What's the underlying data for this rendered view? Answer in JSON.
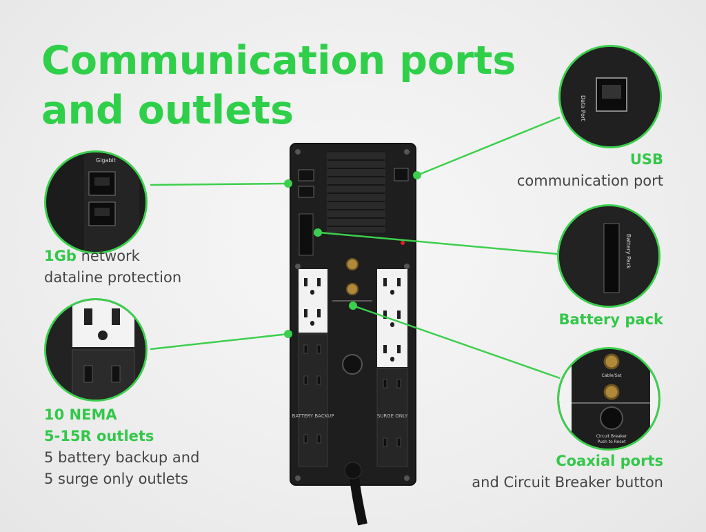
{
  "title": {
    "line1": "Communication ports",
    "line2": "and outlets"
  },
  "callouts": {
    "usb": {
      "heading": "USB",
      "text": "communication port"
    },
    "network": {
      "heading": "1Gb",
      "text1": " network",
      "text2": "dataline protection"
    },
    "battery": {
      "heading": "Battery pack"
    },
    "outlets": {
      "heading1": "10 NEMA",
      "heading2": "5-15R outlets",
      "text1": "5 battery backup and",
      "text2": "5 surge only outlets"
    },
    "coax": {
      "heading": "Coaxial ports",
      "text": "and Circuit Breaker button"
    }
  },
  "device_labels": {
    "gigabit": "Gigabit",
    "data_port": "Data Port",
    "battery_pack": "Battery Pack",
    "battery_backup": "BATTERY BACKUP",
    "surge_only": "SURGE ONLY",
    "cable_sat": "Cable/Sat",
    "circuit_breaker": "Circuit Breaker",
    "push_to_reset": "Push to Reset"
  },
  "colors": {
    "accent": "#2fcf4a",
    "device": "#1e1e1e",
    "outlet": "#f4f4f4"
  }
}
